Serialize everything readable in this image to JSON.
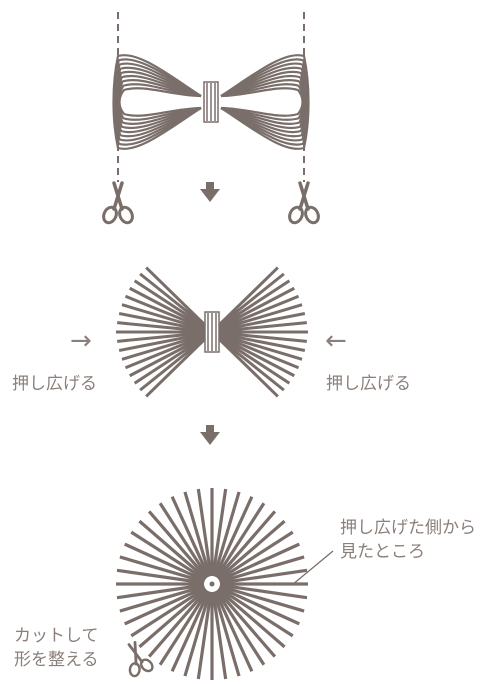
{
  "colors": {
    "ink": "#7a6e6a",
    "label": "#8a7f7a",
    "background": "#ffffff"
  },
  "steps": {
    "step1": {
      "name": "tied-bundle-with-cut-lines",
      "icons": [
        "scissors-icon",
        "scissors-icon"
      ]
    },
    "step2": {
      "left_label": "押し広げる",
      "right_label": "押し広げる",
      "left_arrow": "→",
      "right_arrow": "←"
    },
    "step3": {
      "callout_line1": "押し広げた側から",
      "callout_line2": "見たところ",
      "trim_line1": "カットして",
      "trim_line2": "形を整える"
    }
  },
  "icons": {
    "down_arrow": "down-arrow-icon",
    "scissors": "scissors-icon"
  }
}
